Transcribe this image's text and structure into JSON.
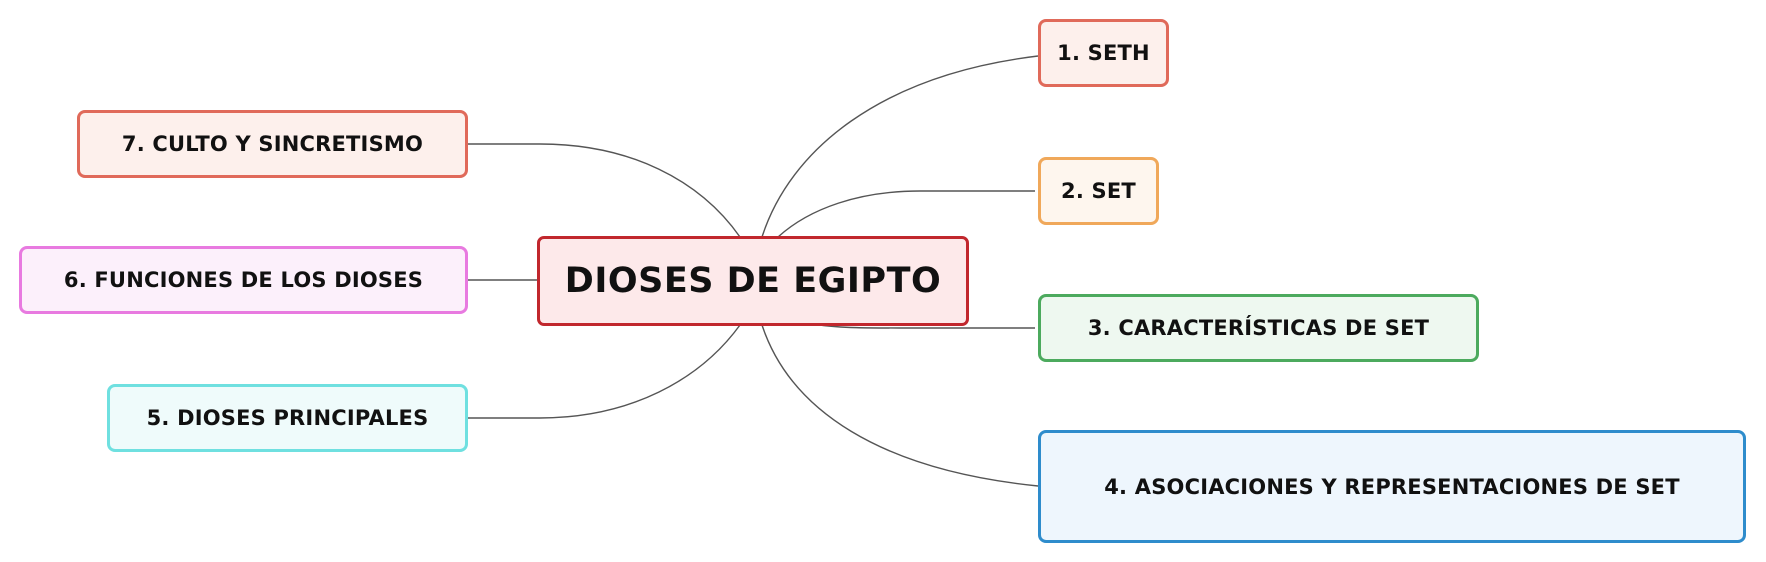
{
  "mindmap": {
    "central": {
      "label": "DIOSES DE EGIPTO",
      "border_color": "#c1272d",
      "fill_color": "#fde9ea"
    },
    "topics": [
      {
        "id": "seth",
        "label": "1. SETH",
        "border_color": "#e06a5a",
        "fill_color": "#fdf0ec"
      },
      {
        "id": "set",
        "label": "2. SET",
        "border_color": "#f0a85a",
        "fill_color": "#fef6ee"
      },
      {
        "id": "caracteristicas",
        "label": "3. CARACTERÍSTICAS DE SET",
        "border_color": "#4caa5e",
        "fill_color": "#eef8f0"
      },
      {
        "id": "asociaciones",
        "label": "4. ASOCIACIONES Y REPRESENTACIONES DE SET",
        "border_color": "#2e8ccc",
        "fill_color": "#eef6fd"
      },
      {
        "id": "principales",
        "label": "5. DIOSES PRINCIPALES",
        "border_color": "#6fe0e0",
        "fill_color": "#effbfb"
      },
      {
        "id": "funciones",
        "label": "6. FUNCIONES DE LOS DIOSES",
        "border_color": "#e87ae0",
        "fill_color": "#fcf0fb"
      },
      {
        "id": "culto",
        "label": "7. CULTO Y SINCRETISMO",
        "border_color": "#e06a5a",
        "fill_color": "#fdf0ec"
      }
    ]
  }
}
